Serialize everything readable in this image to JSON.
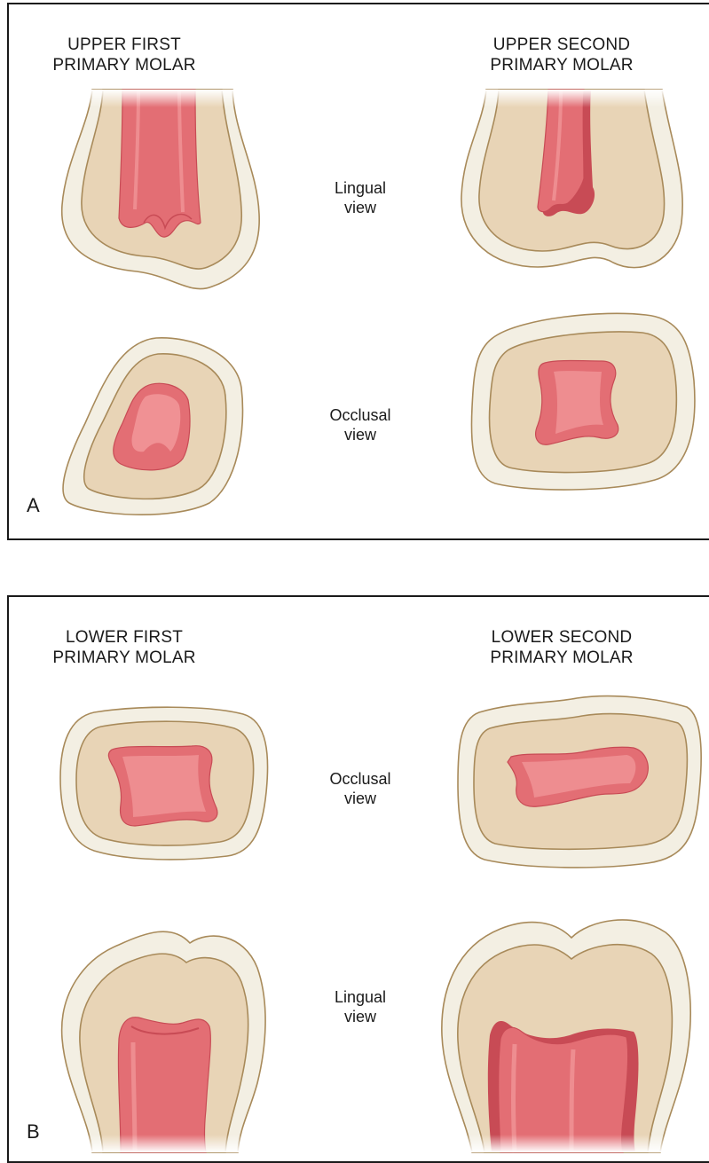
{
  "panels": [
    {
      "letter": "A",
      "left_heading": [
        "UPPER FIRST",
        "PRIMARY MOLAR"
      ],
      "right_heading": [
        "UPPER SECOND",
        "PRIMARY MOLAR"
      ],
      "views": [
        {
          "label": [
            "Lingual",
            "view"
          ]
        },
        {
          "label": [
            "Occlusal",
            "view"
          ]
        }
      ]
    },
    {
      "letter": "B",
      "left_heading": [
        "LOWER FIRST",
        "PRIMARY MOLAR"
      ],
      "right_heading": [
        "LOWER SECOND",
        "PRIMARY MOLAR"
      ],
      "views": [
        {
          "label": [
            "Occlusal",
            "view"
          ]
        },
        {
          "label": [
            "Lingual",
            "view"
          ]
        }
      ]
    }
  ],
  "colors": {
    "enamel": "#f3efe3",
    "dentin": "#e8d4b6",
    "outline": "#a88a5a",
    "pulp": "#e36e74",
    "pulp_light": "#f29a9c",
    "pulp_dark": "#c84b55",
    "frame": "#1a1a1a"
  }
}
